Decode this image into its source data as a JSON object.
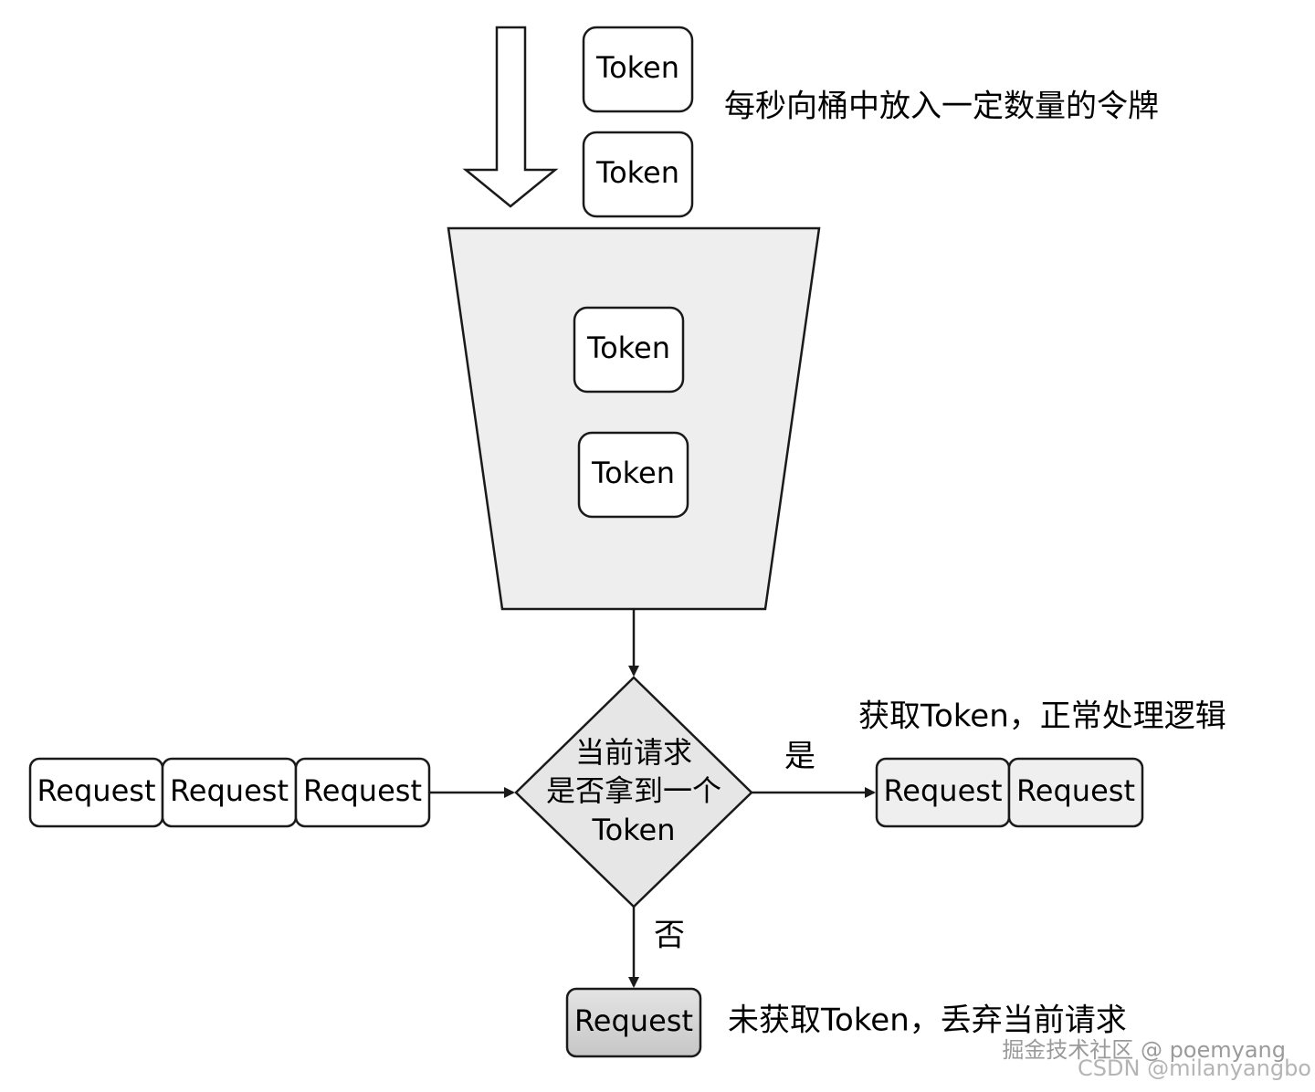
{
  "token_label": "Token",
  "request_label": "Request",
  "caption_fill": "每秒向桶中放入一定数量的令牌",
  "decision": {
    "line1": "当前请求",
    "line2": "是否拿到一个",
    "line3": "Token"
  },
  "yes_label": "是",
  "no_label": "否",
  "caption_yes": "获取Token，正常处理逻辑",
  "caption_no": "未获取Token，丢弃当前请求",
  "watermark": {
    "line1": "掘金技术社区 @ poemyang",
    "line2": "CSDN @milanyangbo"
  },
  "colors": {
    "stroke": "#1a1a1a",
    "bucket_fill": "#eeeeee",
    "diamond_fill": "#e6e6e6",
    "accepted_fill": "#efefef",
    "rejected_fill": "#d4d4d4",
    "box_fill": "#ffffff"
  }
}
